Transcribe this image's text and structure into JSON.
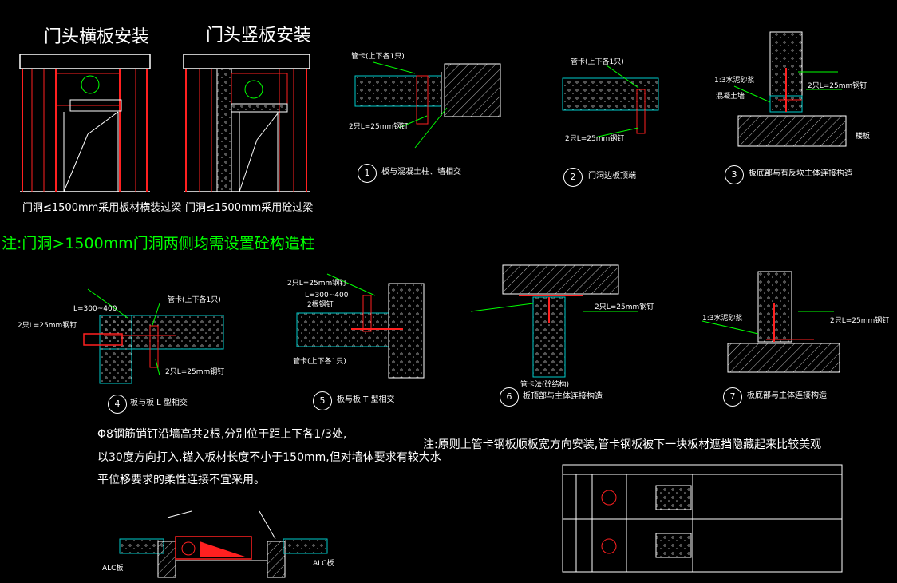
{
  "titles": {
    "horizontal": "门头横板安装",
    "vertical": "门头竖板安装",
    "horizontal_note": "门洞≤1500mm采用板材横装过梁",
    "vertical_note": "门洞≤1500mm采用砼过梁"
  },
  "main_note": "注:门洞>1500mm门洞两侧均需设置砼构造柱",
  "details": [
    {
      "num": "1",
      "caption": "板与混凝土柱、墙相交"
    },
    {
      "num": "2",
      "caption": "门洞边板顶端"
    },
    {
      "num": "3",
      "caption": "板底部与有反坎主体连接构造"
    },
    {
      "num": "4",
      "caption": "板与板 L 型相交"
    },
    {
      "num": "5",
      "caption": "板与板 T 型相交"
    },
    {
      "num": "6",
      "caption": "板顶部与主体连接构造"
    },
    {
      "num": "7",
      "caption": "板底部与主体连接构造"
    }
  ],
  "labels": {
    "pipe_clip": "管卡(上下各1只)",
    "rod_25": "2只L=25mm钢钉",
    "mortar": "1:3水泥砂浆",
    "concrete_wall": "混凝土墙",
    "floor": "楼板",
    "l_nail": "L=300~400",
    "two_nail": "2根钢钉",
    "pipe_clip_6": "管卡法(砼结构)",
    "alc": "ALC板"
  },
  "bottom_notes": [
    "Φ8钢筋销钉沿墙高共2根,分别位于距上下各1/3处,",
    "以30度方向打入,锚入板材长度不小于150mm,但对墙体要求有较大水",
    "平位移要求的柔性连接不宜采用。"
  ],
  "right_note": "注:原则上管卡钢板顺板宽方向安装,管卡钢板被下一块板材遮挡隐藏起来比较美观",
  "colors": {
    "bg": "#000000",
    "white": "#ffffff",
    "green": "#00ff00",
    "red": "#ff2020",
    "cyan": "#00cccc",
    "yellow": "#ffff00"
  }
}
